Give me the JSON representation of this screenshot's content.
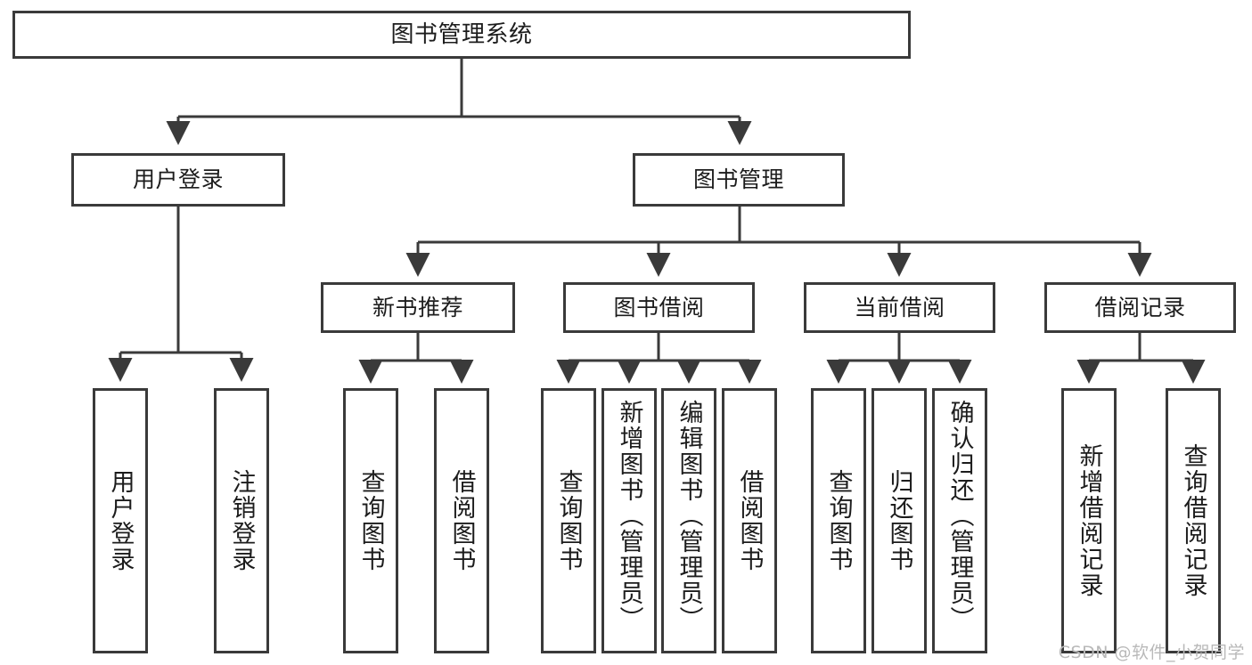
{
  "diagram": {
    "title": "图书管理系统",
    "watermark": "CSDN @软件_小贺同学",
    "colors": {
      "stroke": "#3a3a3a",
      "fill": "#ffffff",
      "text": "#1c1c1c",
      "watermark": "#b9b9b9"
    },
    "root": {
      "label": "图书管理系统"
    },
    "level2": [
      {
        "label": "用户登录"
      },
      {
        "label": "图书管理"
      }
    ],
    "level3": [
      {
        "label": "新书推荐"
      },
      {
        "label": "图书借阅"
      },
      {
        "label": "当前借阅"
      },
      {
        "label": "借阅记录"
      }
    ],
    "leaves": {
      "user_login": [
        {
          "label": "用户登录"
        },
        {
          "label": "注销登录"
        }
      ],
      "new_book_recommend": [
        {
          "label": "查询图书"
        },
        {
          "label": "借阅图书"
        }
      ],
      "book_borrow": [
        {
          "label": "查询图书"
        },
        {
          "label": "新增图书（管理员）"
        },
        {
          "label": "编辑图书（管理员）"
        },
        {
          "label": "借阅图书"
        }
      ],
      "current_borrow": [
        {
          "label": "查询图书"
        },
        {
          "label": "归还图书"
        },
        {
          "label": "确认归还（管理员）"
        }
      ],
      "borrow_records": [
        {
          "label": "新增借阅记录"
        },
        {
          "label": "查询借阅记录"
        }
      ]
    }
  }
}
